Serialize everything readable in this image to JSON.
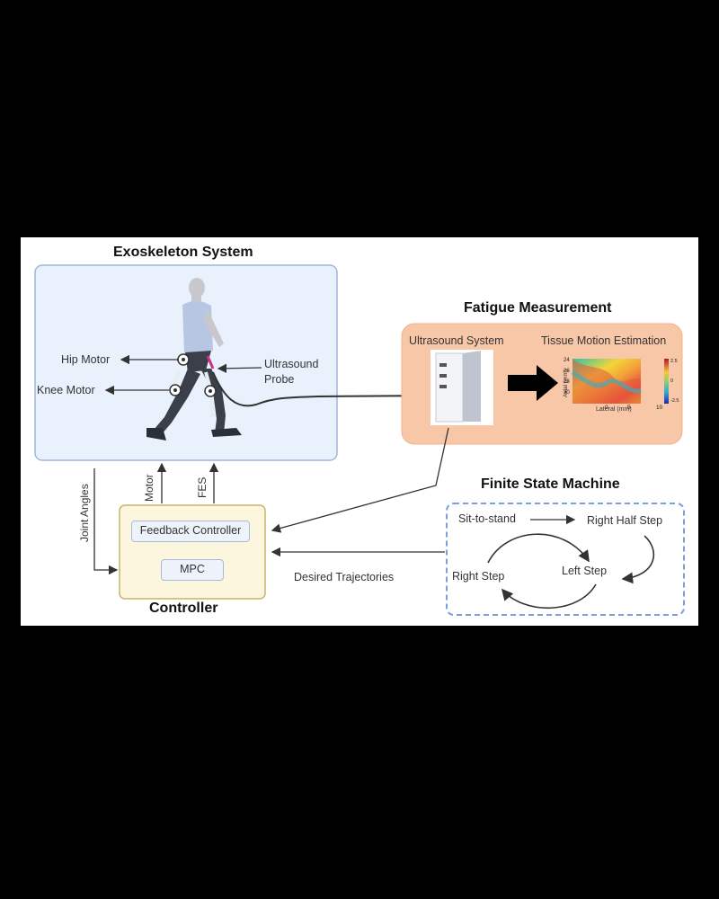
{
  "exoskeleton": {
    "title": "Exoskeleton System",
    "hip_motor": "Hip Motor",
    "knee_motor": "Knee Motor",
    "probe_line1": "Ultrasound",
    "probe_line2": "Probe"
  },
  "fatigue": {
    "title": "Fatigue Measurement",
    "ultrasound_system": "Ultrasound System",
    "tissue_motion": "Tissue Motion Estimation",
    "heatmap_xlabel": "Lateral (mm)",
    "heatmap_ylabel": "Axial (mm)",
    "heatmap_xticks": [
      "0",
      "5",
      "10"
    ],
    "heatmap_yticks": [
      "24",
      "26",
      "28",
      "30"
    ],
    "colorbar_ticks": [
      "2.5",
      "0",
      "-2.5"
    ]
  },
  "signals": {
    "joint_angles": "Joint Angles",
    "motor": "Motor",
    "fes": "FES",
    "desired_trajectories": "Desired Trajectories"
  },
  "controller": {
    "title": "Controller",
    "feedback": "Feedback Controller",
    "mpc": "MPC"
  },
  "fsm": {
    "title": "Finite State Machine",
    "sit_to_stand": "Sit-to-stand",
    "right_half_step": "Right Half Step",
    "left_step": "Left Step",
    "right_step": "Right Step"
  },
  "colors": {
    "exo_fill": "#e9f1fc",
    "exo_border": "#9fb6dc",
    "fatigue_fill": "#f7c7a7",
    "controller_fill": "#fbf6dd",
    "controller_border": "#c9b46a",
    "fsm_border": "#7f9fd8"
  }
}
